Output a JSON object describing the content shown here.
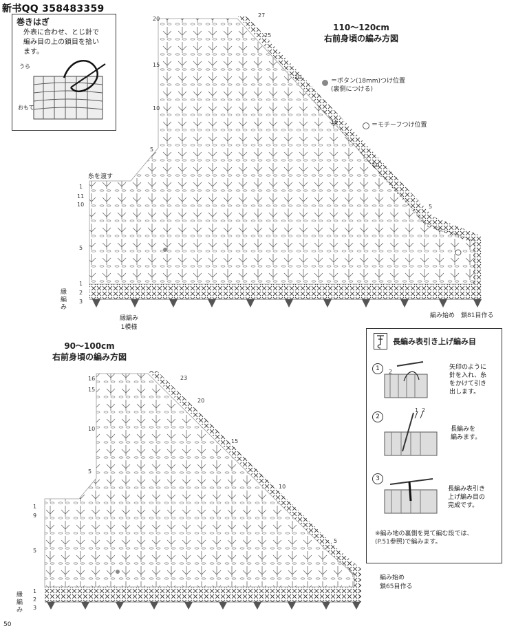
{
  "watermark": "新书QQ 358483359",
  "page_number": "50",
  "technique_box": {
    "title": "巻きはぎ",
    "description": "外表に合わせ、とじ針で\n編み目の上の鎖目を拾い\nます。",
    "label_ura": "うら",
    "label_omote": "おもて"
  },
  "diagram1": {
    "size": "110〜120cm",
    "name": "右前身頃の編み方図",
    "legend_button": "＝ボタン(18mm)つけ位置\n(裏側につける)",
    "legend_motif": "＝モチーフつけ位置",
    "row_numbers_top": [
      "20",
      "15",
      "10",
      "5"
    ],
    "row_numbers_diag": [
      "27",
      "25",
      "20",
      "15",
      "10",
      "5"
    ],
    "row_numbers_lower": [
      "1",
      "11",
      "10",
      "5"
    ],
    "thread_note": "糸を渡す",
    "edge_label": "縁編み",
    "edge_rows": [
      "1",
      "2",
      "3"
    ],
    "pattern_label": "縁編み\n1模様",
    "start_label": "編み始め　鎖81目作る"
  },
  "diagram2": {
    "size": "90〜100cm",
    "name": "右前身頃の編み方図",
    "row_numbers_top": [
      "16",
      "15",
      "10",
      "5",
      "1"
    ],
    "row_numbers_diag": [
      "23",
      "20",
      "15",
      "10",
      "5"
    ],
    "row_numbers_lower": [
      "9",
      "5"
    ],
    "edge_label": "縁編み",
    "edge_rows": [
      "1",
      "2",
      "3"
    ],
    "start_label": "編み始め\n鎖65目作る"
  },
  "stitch_box": {
    "title": "長編み表引き上げ編み目",
    "steps": [
      {
        "num": "1",
        "text": "矢印のように\n針を入れ、糸\nをかけて引き\n出します。",
        "label_a": "2"
      },
      {
        "num": "2",
        "text": "長編みを\n編みます。",
        "label_a": "1",
        "label_b": "2"
      },
      {
        "num": "3",
        "text": "長編み表引き\n上げ編み目の\n完成です。"
      }
    ],
    "note": "※編み地の裏側を見て編む段では、\n(P.51参照)で編みます。"
  },
  "colors": {
    "ink": "#333333",
    "button_dot": "#888888"
  }
}
